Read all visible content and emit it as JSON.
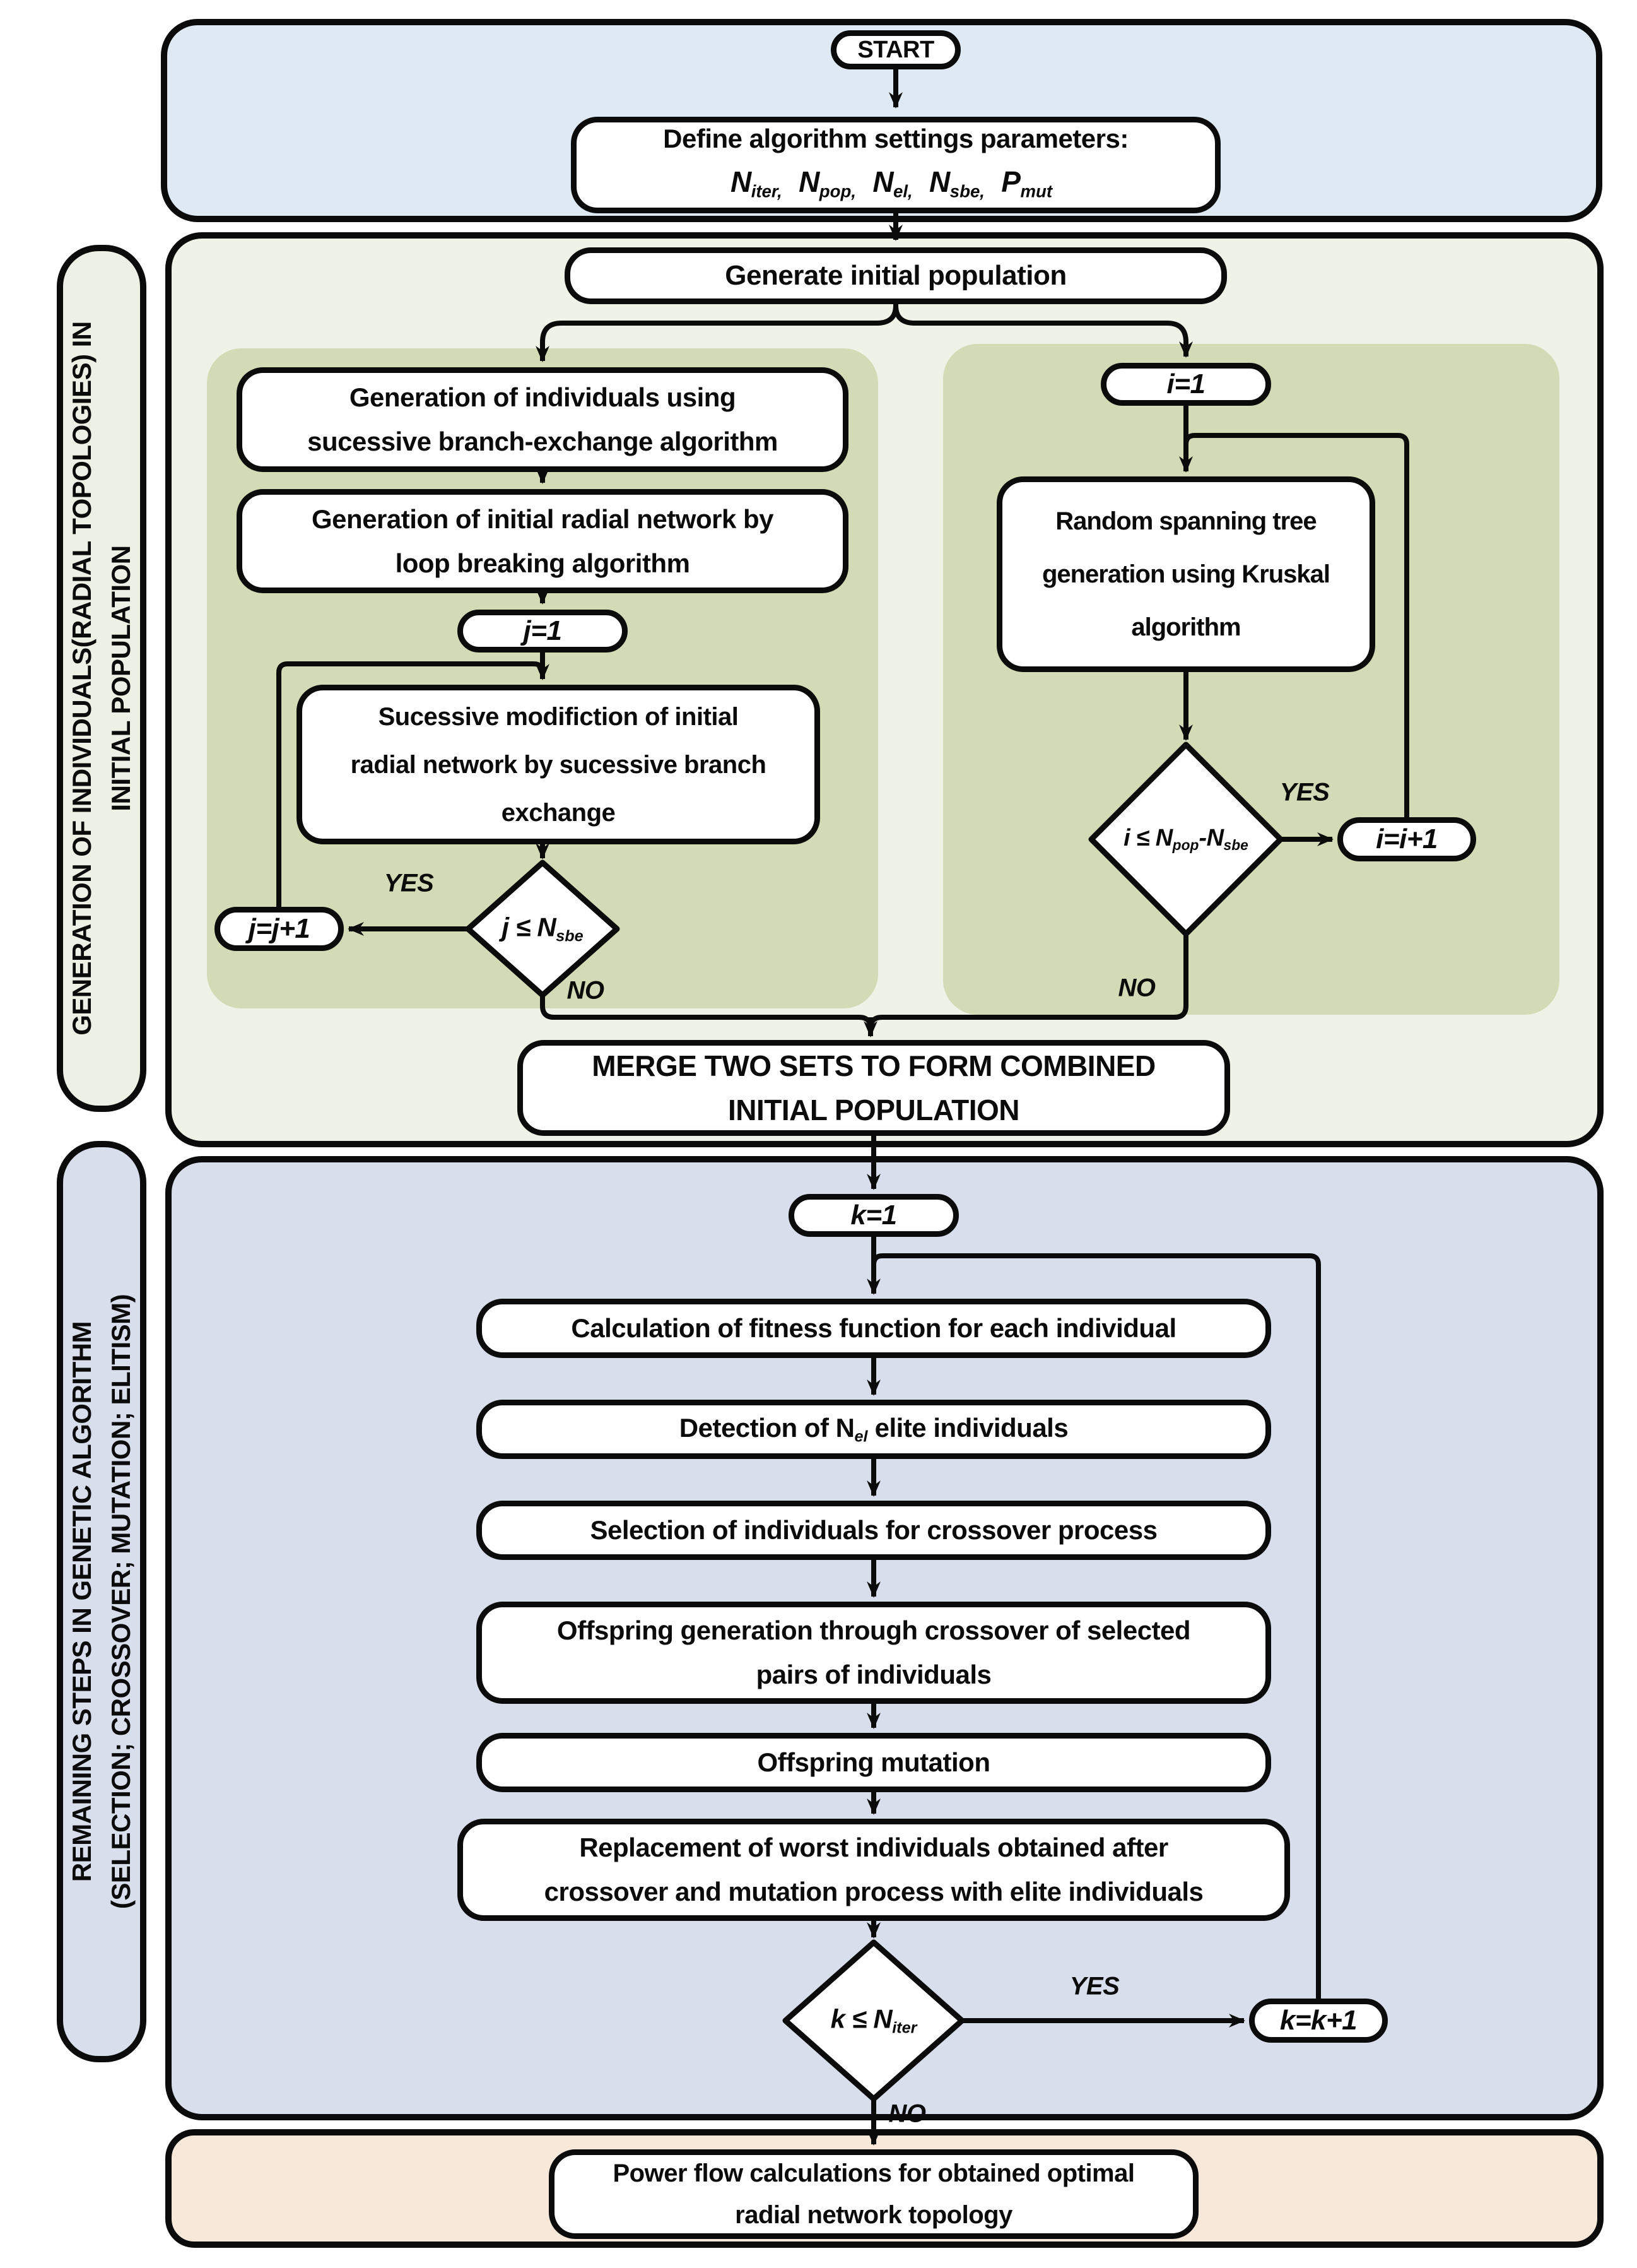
{
  "colors": {
    "section_top_bg": "#dfe9f3",
    "section_generation_bg": "#eef2e7",
    "branch_panel_bg": "#d2dab6",
    "section_ga_bg": "#d8deec",
    "section_final_bg": "#f8e8da",
    "node_bg": "#ffffff",
    "line": "#0b0b0b"
  },
  "side_labels": {
    "generation": {
      "line1": "GENERATION OF INDIVIDUALS(RADIAL TOPOLOGIES) IN",
      "line2": "INITIAL POPULATION"
    },
    "ga": {
      "line1": "REMAINING STEPS IN GENETIC ALGORITHM",
      "line2": "(SELECTION; CROSSOVER; MUTATION; ELITISM)"
    }
  },
  "nodes": {
    "start": "START",
    "define_line1": "Define algorithm settings parameters:",
    "define_params": [
      {
        "base": "N",
        "sub": "iter,"
      },
      {
        "base": "N",
        "sub": "pop,"
      },
      {
        "base": "N",
        "sub": "el,"
      },
      {
        "base": "N",
        "sub": "sbe,"
      },
      {
        "base": "P",
        "sub": "mut"
      }
    ],
    "generate": "Generate initial population",
    "gen_individuals": {
      "line1": "Generation of individuals using",
      "line2": "sucessive branch-exchange algorithm"
    },
    "gen_radial": {
      "line1": "Generation of initial radial network by",
      "line2": "loop breaking algorithm"
    },
    "j_init": "j=1",
    "succ_mod": {
      "line1": "Sucessive modifiction of initial",
      "line2": "radial network by sucessive branch",
      "line3": "exchange"
    },
    "j_cond": {
      "text": "j ≤ N",
      "sub": "sbe"
    },
    "j_inc": "j=j+1",
    "i_init": "i=1",
    "kruskal": {
      "line1": "Random spanning tree",
      "line2": "generation using Kruskal",
      "line3": "algorithm"
    },
    "i_cond": {
      "text1": "i ≤ N",
      "sub1": "pop",
      "text2": "-N",
      "sub2": "sbe"
    },
    "i_inc": "i=i+1",
    "merge": {
      "line1": "MERGE TWO SETS TO FORM COMBINED",
      "line2": "INITIAL POPULATION"
    },
    "k_init": "k=1",
    "fitness": "Calculation of fitness function for each individual",
    "detect": {
      "text1": "Detection of N",
      "sub1": "el",
      "text2": " elite individuals"
    },
    "selection": "Selection of individuals for crossover process",
    "offspring": {
      "line1": "Offspring generation through crossover of selected",
      "line2": "pairs of individuals"
    },
    "mutation": "Offspring mutation",
    "replace": {
      "line1": "Replacement of worst individuals obtained after",
      "line2": "crossover and mutation process with elite individuals"
    },
    "k_cond": {
      "text": "k ≤ N",
      "sub": "iter"
    },
    "k_inc": "k=k+1",
    "power": {
      "line1": "Power flow calculations for obtained optimal",
      "line2": "radial network topology"
    }
  },
  "edge_labels": {
    "j_yes": "YES",
    "j_no": "NO",
    "i_yes": "YES",
    "i_no": "NO",
    "k_yes": "YES",
    "k_no": "NO"
  }
}
